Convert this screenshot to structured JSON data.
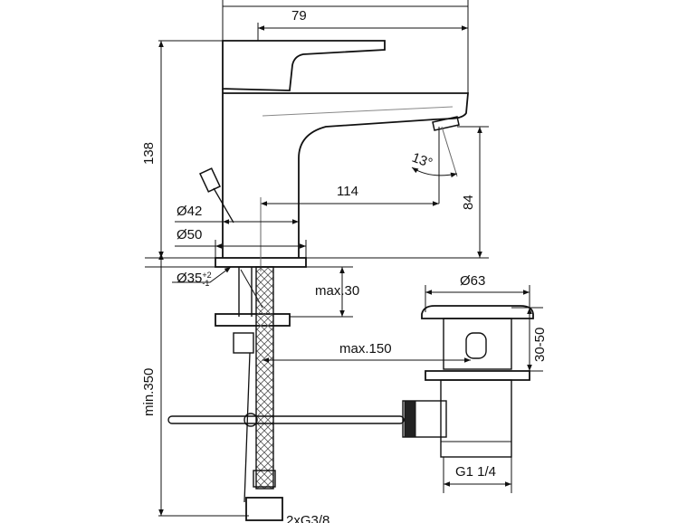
{
  "drawing": {
    "title": "Basin mixer with pop-up waste – dimensional drawing",
    "dimensions": {
      "overall_width": "79",
      "height": "138",
      "spout_reach": "114",
      "spout_height": "84",
      "spray_angle": "13°",
      "body_diameter": "Ø42",
      "base_diameter": "Ø50",
      "hole_diameter": "Ø35",
      "hole_tolerance_upper": "+2",
      "hole_tolerance_lower": "-1",
      "max_deck_thickness": "max.30",
      "max_waste_distance": "max.150",
      "min_hose_length": "min.350",
      "waste_head_diameter": "Ø63",
      "waste_adjustment": "30-50",
      "waste_thread": "G1 1/4",
      "supply_connection": "2xG3/8"
    }
  }
}
